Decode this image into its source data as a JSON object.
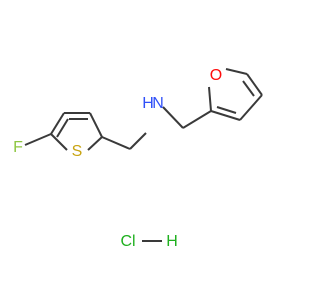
{
  "molecule": {
    "atoms": {
      "fluorine": {
        "symbol": "F",
        "color": "#8ec641"
      },
      "sulfur": {
        "symbol": "S",
        "color": "#c8a412"
      },
      "nitrogen": {
        "symbol": "N",
        "color": "#3050f8"
      },
      "amine_hydrogen": {
        "symbol": "H",
        "color": "#3050f8"
      },
      "oxygen": {
        "symbol": "O",
        "color": "#ff0d0d"
      }
    },
    "salt": {
      "chlorine": {
        "symbol": "Cl",
        "color": "#1fb01f"
      },
      "hydrogen": {
        "symbol": "H",
        "color": "#1fb01f"
      }
    },
    "bond_color": "#3a3a3a"
  }
}
